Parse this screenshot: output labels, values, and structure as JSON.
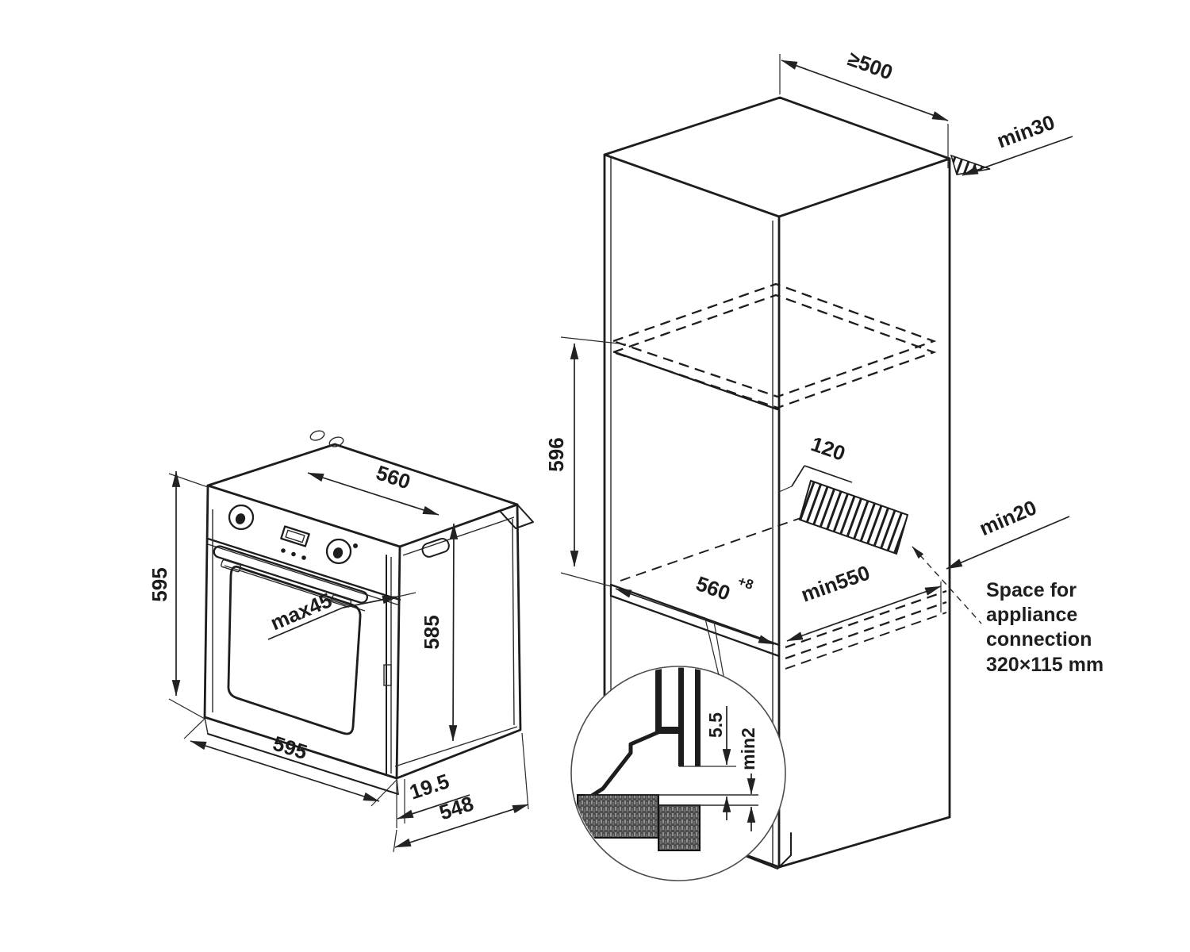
{
  "colors": {
    "line": "#1d1d1d",
    "background": "#ffffff"
  },
  "oven_view": {
    "height": "595",
    "top_width": "560",
    "door_protrusion": "max45",
    "side_height": "585",
    "bottom_width": "595",
    "door_thickness": "19.5",
    "body_depth": "548"
  },
  "cabinet_view": {
    "top_depth": "≥500",
    "top_rear_gap": "min30",
    "niche_height": "596",
    "connection_recess_width": "120",
    "niche_width": "560",
    "niche_width_tolerance": "+8",
    "niche_depth": "min550",
    "rear_gap": "min20",
    "note": {
      "line1": "Space for",
      "line2": "appliance",
      "line3": "connection",
      "line4": "320×115 mm"
    }
  },
  "detail_view": {
    "front_gap": "5.5",
    "min_clearance": "min2"
  }
}
